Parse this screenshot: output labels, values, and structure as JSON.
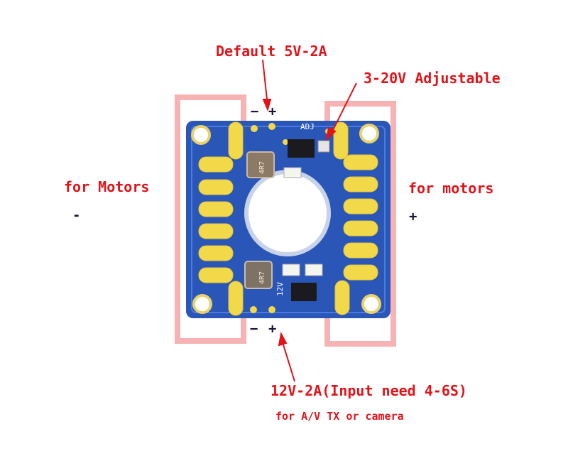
{
  "labels": {
    "default_output": "Default 5V-2A",
    "adjustable": "3-20V Adjustable",
    "left_motors": "for Motors",
    "right_motors": "for motors",
    "input": "12V-2A(Input need 4-6S)",
    "input_sub": "for A/V TX or camera"
  },
  "polarity": {
    "minus": "−",
    "plus": "+",
    "left_minus": "-",
    "right_plus": "+"
  },
  "board_markings": {
    "adj": "ADJ",
    "v12": "12V",
    "inductor_top": "4R7",
    "inductor_bottom": "4R7"
  },
  "colors": {
    "annotation": "#e0141a",
    "pcb": "#2a56b8",
    "pad": "#f2d94a",
    "highlight": "#f7b3b3"
  }
}
